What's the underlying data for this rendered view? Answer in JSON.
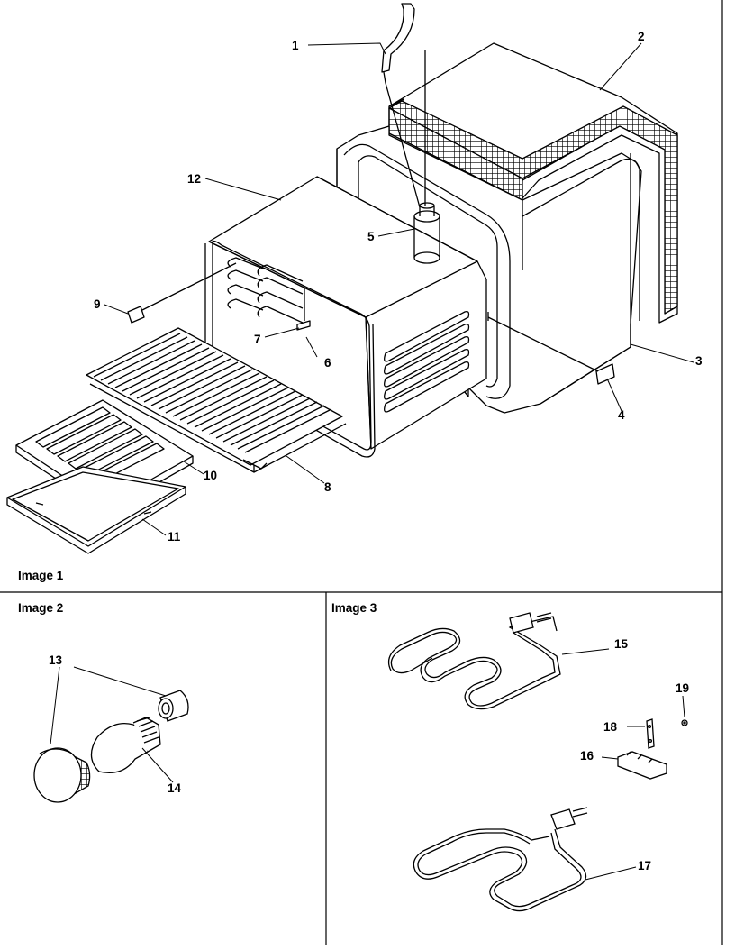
{
  "panels": {
    "image1": {
      "title": "Image 1"
    },
    "image2": {
      "title": "Image 2"
    },
    "image3": {
      "title": "Image 3"
    }
  },
  "callouts": {
    "c1": "1",
    "c2": "2",
    "c3": "3",
    "c4": "4",
    "c5": "5",
    "c6": "6",
    "c7": "7",
    "c8": "8",
    "c9": "9",
    "c10": "10",
    "c11": "11",
    "c12": "12",
    "c13": "13",
    "c14": "14",
    "c15": "15",
    "c16": "16",
    "c17": "17",
    "c18": "18",
    "c19": "19"
  },
  "colors": {
    "line": "#000000",
    "background": "#ffffff",
    "insulation_hatch": "#000000"
  }
}
